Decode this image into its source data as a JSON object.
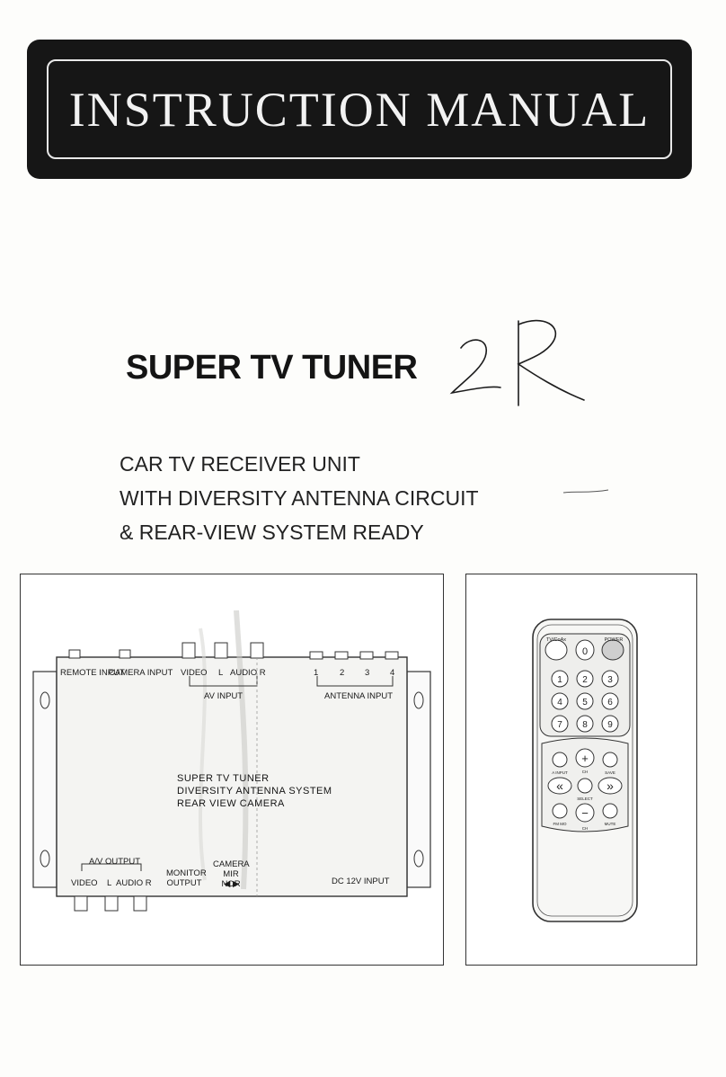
{
  "banner": {
    "title": "INSTRUCTION MANUAL"
  },
  "product": {
    "title": "SUPER TV TUNER",
    "handwritten_note": "2R"
  },
  "subtitle": {
    "lines": [
      "CAR TV RECEIVER UNIT",
      "WITH DIVERSITY ANTENNA CIRCUIT",
      "& REAR-VIEW SYSTEM READY"
    ]
  },
  "unit_diagram": {
    "top_labels": {
      "remote_input": "REMOTE INPUT",
      "camera_input": "CAMERA INPUT",
      "video": "VIDEO",
      "audio_l": "L",
      "audio_r": "AUDIO R",
      "av_input": "AV INPUT",
      "antenna_1": "1",
      "antenna_2": "2",
      "antenna_3": "3",
      "antenna_4": "4",
      "antenna_input": "ANTENNA INPUT"
    },
    "panel_text": [
      "SUPER TV TUNER",
      "DIVERSITY ANTENNA SYSTEM",
      "REAR VIEW CAMERA"
    ],
    "bottom_labels": {
      "av_output": "A/V OUTPUT",
      "video": "VIDEO",
      "audio_l": "L",
      "audio_r": "AUDIO R",
      "monitor_output": "MONITOR OUTPUT",
      "camera_mirror": "CAMERA MIR NOR",
      "mirror_arrows": "◀ ▶",
      "dc_input": "DC 12V INPUT"
    }
  },
  "remote": {
    "top_left_label": "TV/CoAx",
    "top_right_label": "POWER",
    "zero_key": "0",
    "digits": [
      "1",
      "2",
      "3",
      "4",
      "5",
      "6",
      "7",
      "8",
      "9"
    ],
    "nav": {
      "plus": "+",
      "minus": "−",
      "left": "«",
      "right": "»",
      "ch_top": "CH",
      "ch_bottom": "CH",
      "select": "SELECT",
      "a_input": "A INPUT",
      "save": "SAVE",
      "fm_mo": "FM MO",
      "mute": "MUTE"
    }
  }
}
